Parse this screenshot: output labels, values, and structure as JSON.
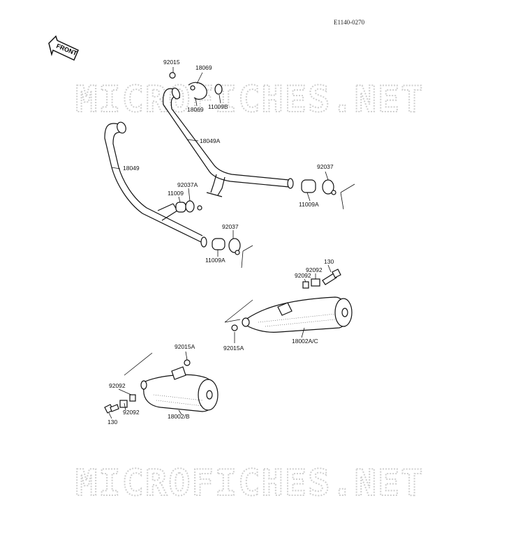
{
  "diagram_code": "E1140-0270",
  "front_label": "FRONT",
  "watermark": "MICROFICHES.NET",
  "parts": {
    "p92015": "92015",
    "p18069_top": "18069",
    "p18069_bottom": "18069",
    "p11009B": "11009B",
    "p18049A": "18049A",
    "p18049": "18049",
    "p92037_right": "92037",
    "p11009A_right": "11009A",
    "p92037A": "92037A",
    "p11009": "11009",
    "p92037_mid": "92037",
    "p11009A_mid": "11009A",
    "p130_right": "130",
    "p92092_r1": "92092",
    "p92092_r2": "92092",
    "p92015A_right": "92015A",
    "p18002AC": "18002A/C",
    "p92015A_left": "92015A",
    "p92092_l1": "92092",
    "p92092_l2": "92092",
    "p130_left": "130",
    "p18002B": "18002/B"
  }
}
